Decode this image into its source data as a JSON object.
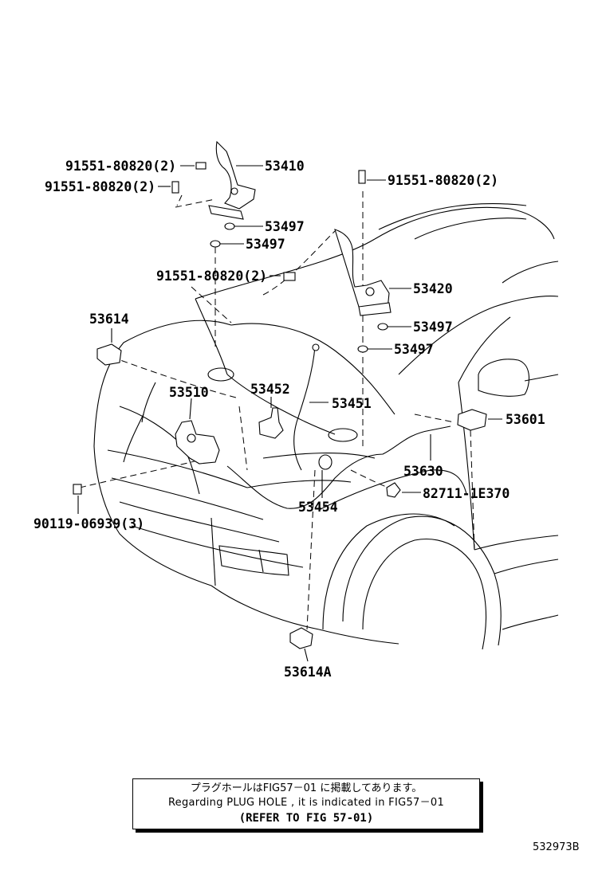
{
  "labels": {
    "bolt_hinge_left_a": "91551-80820(2)",
    "bolt_hinge_left_b": "91551-80820(2)",
    "hinge_left": "53410",
    "cushion_left_a": "53497",
    "cushion_left_b": "53497",
    "bolt_hood": "91551-80820(2)",
    "bolt_hinge_right": "91551-80820(2)",
    "hinge_right": "53420",
    "cushion_right_a": "53497",
    "cushion_right_b": "53497",
    "clip_left": "53614",
    "hood_lock": "53510",
    "striker": "53452",
    "support_rod": "53451",
    "lever": "53601",
    "release_cable": "53630",
    "clamp": "82711-1E370",
    "grommet": "53454",
    "lock_bolt": "90119-06939(3)",
    "clip_bottom": "53614A"
  },
  "note": {
    "line_jp": "プラグホールはFIG57－01 に掲載してあります。",
    "line_en": "Regarding PLUG HOLE , it is indicated in FIG57－01",
    "line_ref": "(REFER TO FIG 57-01)"
  },
  "ref_code": "532973B"
}
